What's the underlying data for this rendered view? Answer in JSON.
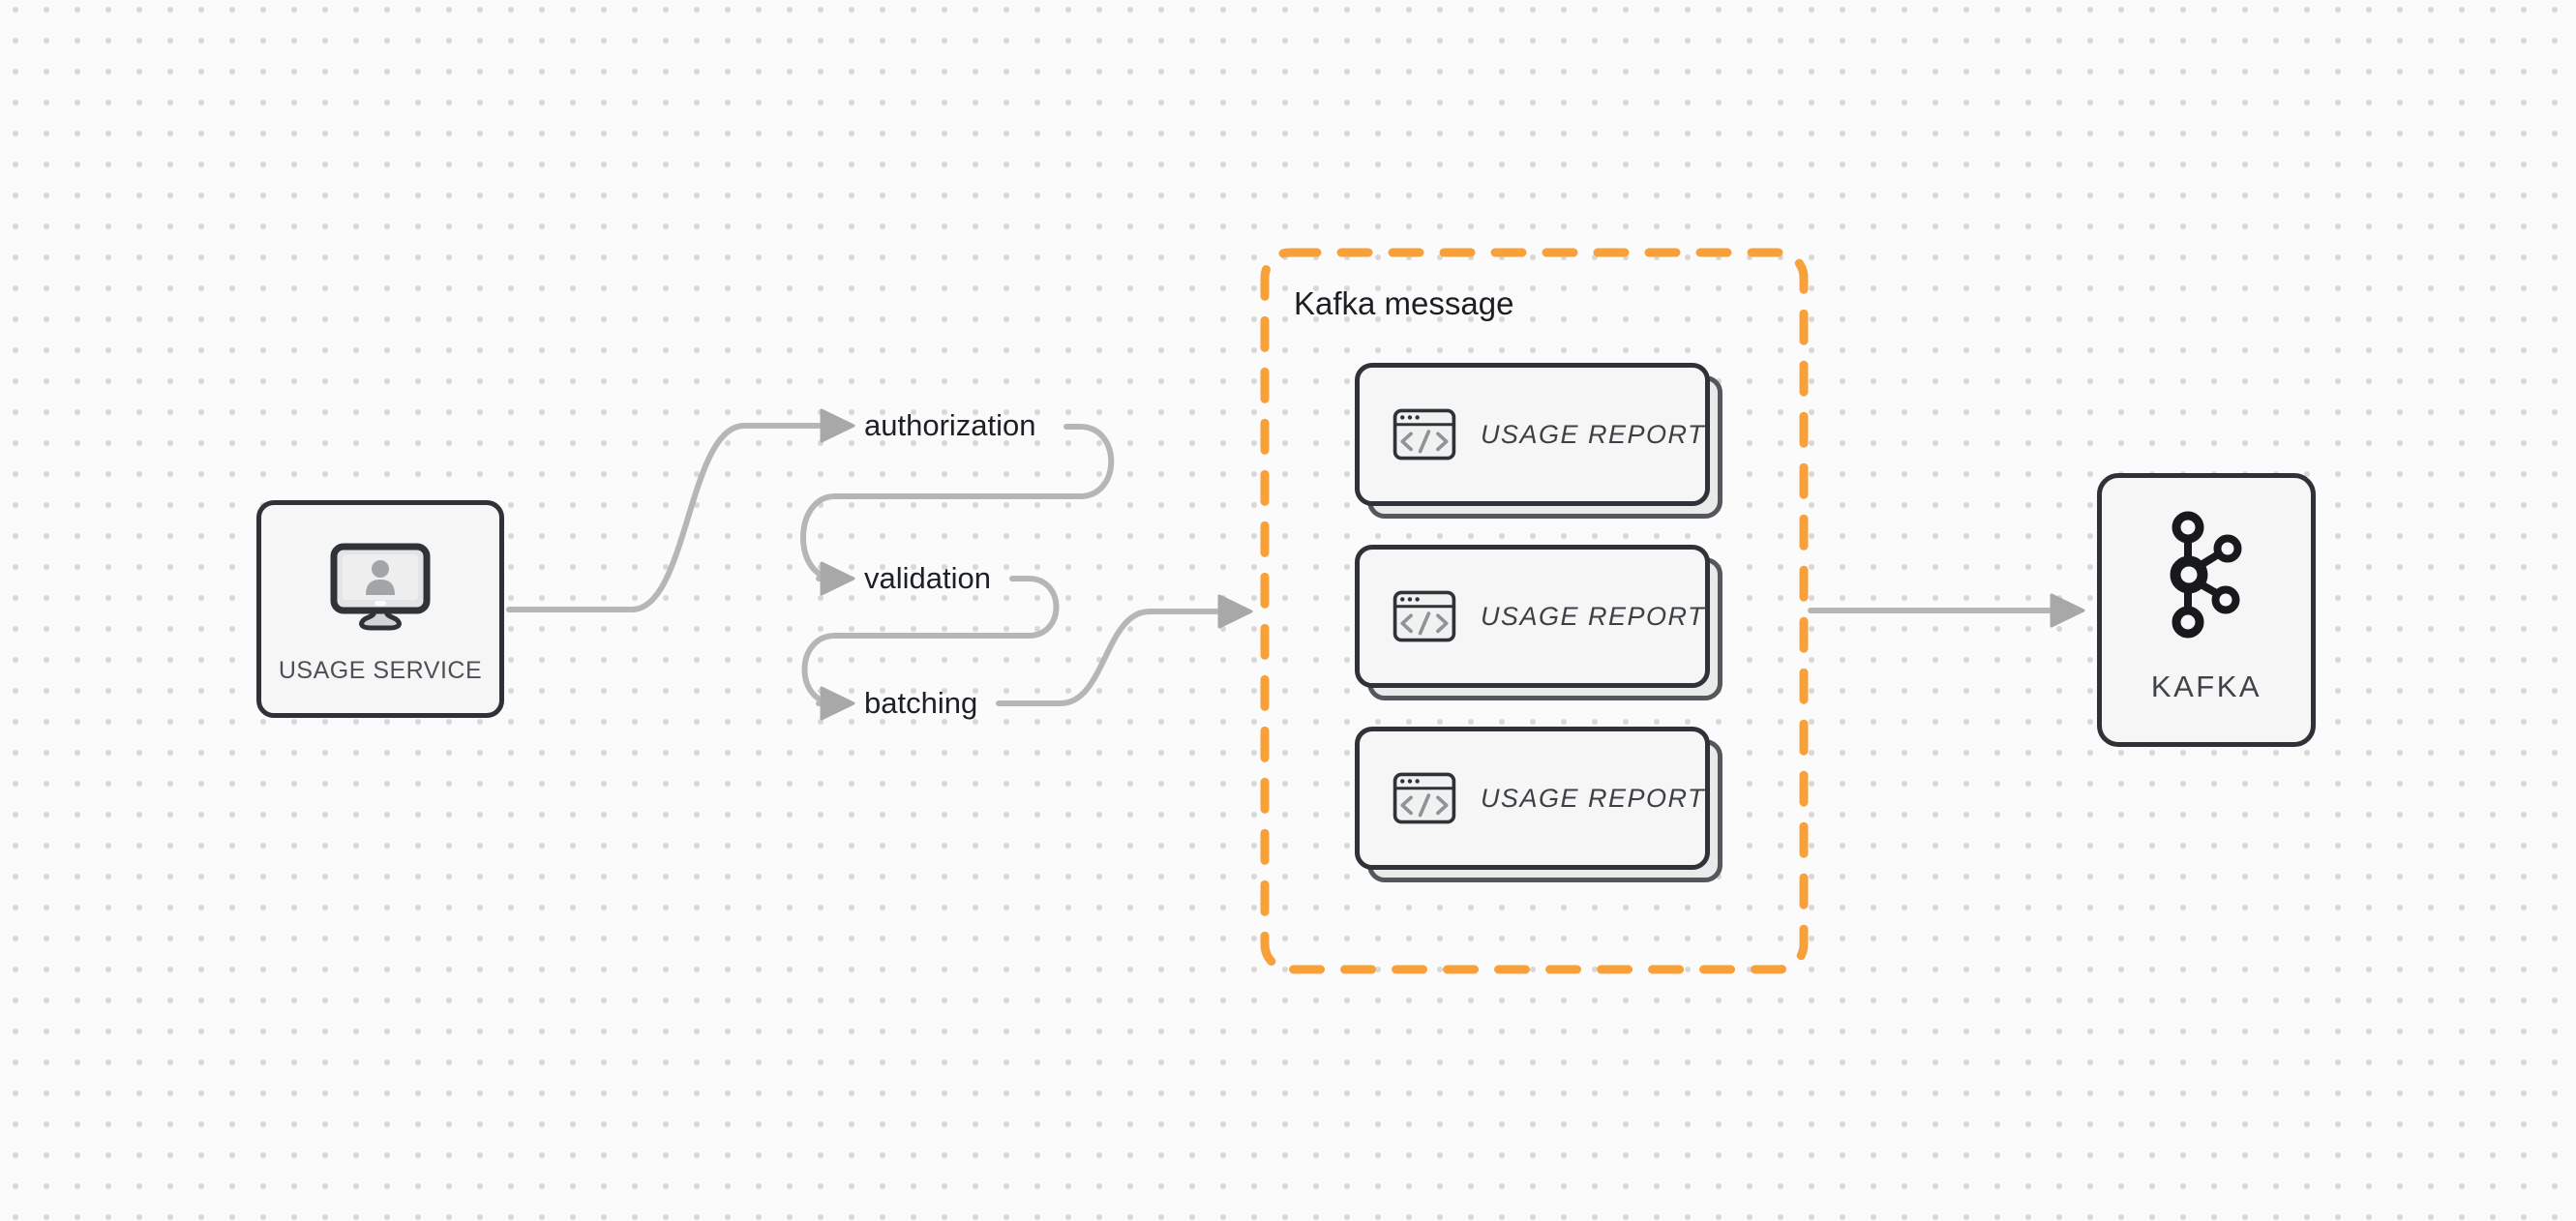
{
  "diagram": {
    "source_node": {
      "label": "USAGE SERVICE",
      "icon": "monitor-user-icon"
    },
    "pipeline_steps": [
      {
        "label": "authorization"
      },
      {
        "label": "validation"
      },
      {
        "label": "batching"
      }
    ],
    "kafka_message_group": {
      "title": "Kafka message",
      "cards": [
        {
          "label": "USAGE REPORT",
          "icon": "code-window-icon"
        },
        {
          "label": "USAGE REPORT",
          "icon": "code-window-icon"
        },
        {
          "label": "USAGE REPORT",
          "icon": "code-window-icon"
        }
      ]
    },
    "sink_node": {
      "label": "KAFKA",
      "icon": "kafka-logo-icon"
    },
    "colors": {
      "background": "#fbfbfb",
      "dot_grid": "#d7d7d7",
      "connector_gray": "#b6b6b6",
      "arrowhead_gray": "#a8a8a8",
      "node_border_dark": "#2f3338",
      "node_fill": "#f5f6f5",
      "group_accent_orange": "#f8a13a",
      "card_shadow_fill": "#e9eaea",
      "text_primary": "#1d2024",
      "text_secondary": "#4d5156"
    }
  }
}
